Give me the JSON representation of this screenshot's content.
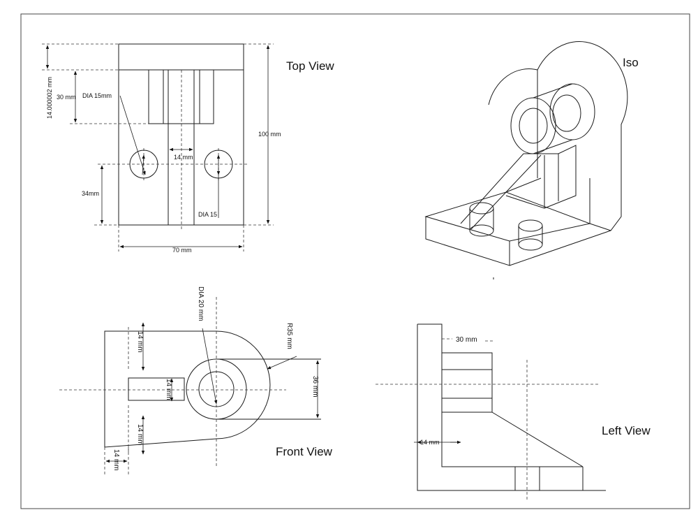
{
  "views": {
    "top": {
      "title": "Top View"
    },
    "iso": {
      "title": "Iso"
    },
    "front": {
      "title": "Front View"
    },
    "left": {
      "title": "Left View"
    }
  },
  "top_dims": {
    "d14": "14.000002 mm",
    "d30": "30 mm",
    "dia15mm": "DIA 15mm",
    "d14b": "14 mm",
    "d100": "100 mm",
    "d34": "34mm",
    "dia15": "DIA 15",
    "d70": "70 mm"
  },
  "front_dims": {
    "dia20": "DIA 20 mm",
    "r35": "R35 mm",
    "d36": "36 mm",
    "d14a": "14 mm",
    "d14b": "14 mm",
    "d14c": "14 mm",
    "d14d": "14 mm"
  },
  "left_dims": {
    "d30": "30 mm",
    "d14": "14 mm"
  }
}
